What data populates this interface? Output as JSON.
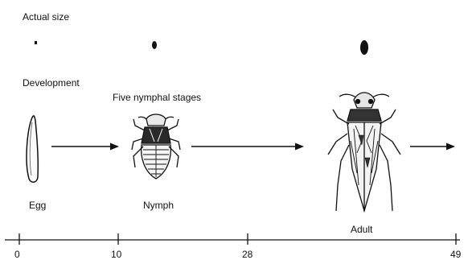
{
  "section_labels": {
    "actual_size": "Actual size",
    "development": "Development"
  },
  "stage_caption": "Five nymphal stages",
  "stages": {
    "egg": "Egg",
    "nymph": "Nymph",
    "adult": "Adult"
  },
  "timeline": {
    "ticks": [
      "0",
      "10",
      "28",
      "49"
    ]
  },
  "icons": {
    "egg": "egg-icon",
    "nymph": "nymph-insect-icon",
    "adult": "adult-leafhopper-icon"
  }
}
